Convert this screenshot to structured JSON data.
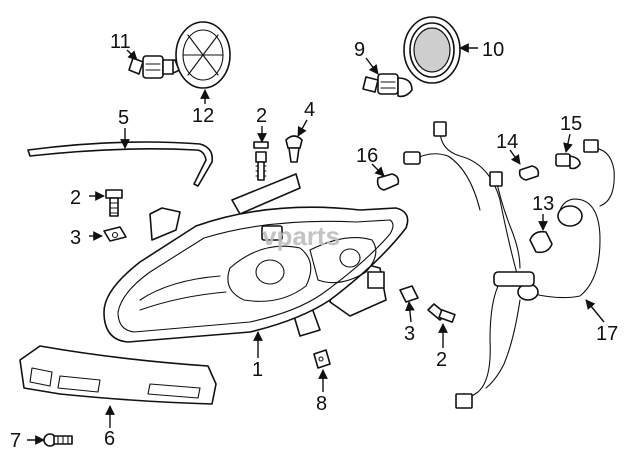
{
  "watermark": "vparts",
  "parts": [
    {
      "callout": "1"
    },
    {
      "callout": "2"
    },
    {
      "callout": "2"
    },
    {
      "callout": "2"
    },
    {
      "callout": "3"
    },
    {
      "callout": "3"
    },
    {
      "callout": "4"
    },
    {
      "callout": "5"
    },
    {
      "callout": "6"
    },
    {
      "callout": "7"
    },
    {
      "callout": "8"
    },
    {
      "callout": "9"
    },
    {
      "callout": "10"
    },
    {
      "callout": "11"
    },
    {
      "callout": "12"
    },
    {
      "callout": "13"
    },
    {
      "callout": "14"
    },
    {
      "callout": "15"
    },
    {
      "callout": "16"
    },
    {
      "callout": "17"
    }
  ]
}
